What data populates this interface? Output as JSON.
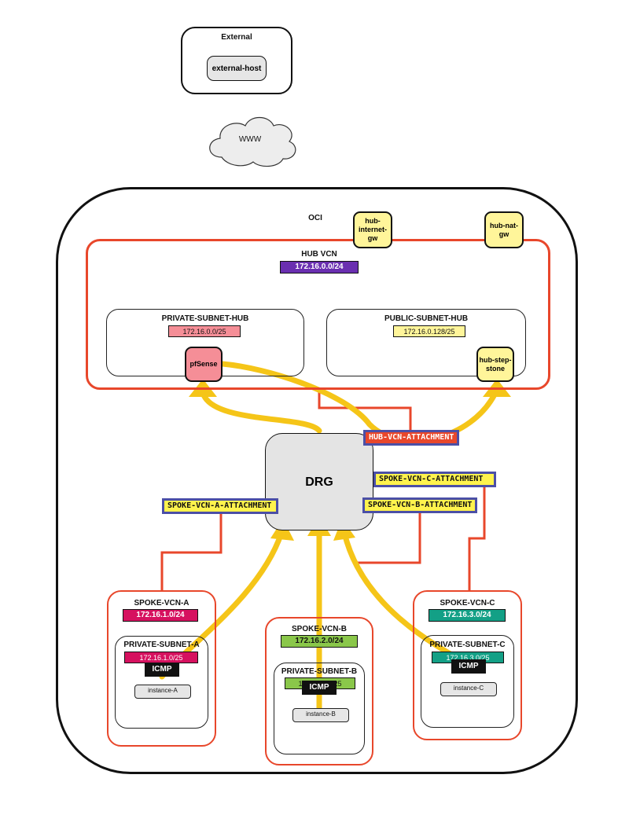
{
  "external": {
    "title": "External",
    "host": "external-host"
  },
  "internet": {
    "label": "WWW"
  },
  "oci": {
    "title": "OCI",
    "internet_gw": "hub-internet-gw",
    "nat_gw": "hub-nat-gw"
  },
  "hub": {
    "title": "HUB VCN",
    "cidr": "172.16.0.0/24",
    "private_subnet": {
      "title": "PRIVATE-SUBNET-HUB",
      "cidr": "172.16.0.0/25",
      "node": "pfSense"
    },
    "public_subnet": {
      "title": "PUBLIC-SUBNET-HUB",
      "cidr": "172.16.0.128/25",
      "node": "hub-step-stone"
    }
  },
  "drg": {
    "label": "DRG"
  },
  "attachments": {
    "hub": "HUB-VCN-ATTACHMENT",
    "spoke_a": "SPOKE-VCN-A-ATTACHMENT",
    "spoke_b": "SPOKE-VCN-B-ATTACHMENT",
    "spoke_c": "SPOKE-VCN-C-ATTACHMENT"
  },
  "spokes": {
    "a": {
      "title": "SPOKE-VCN-A",
      "cidr": "172.16.1.0/24",
      "subnet": "PRIVATE-SUBNET-A",
      "subnet_cidr": "172.16.1.0/25",
      "instance": "instance-A"
    },
    "b": {
      "title": "SPOKE-VCN-B",
      "cidr": "172.16.2.0/24",
      "subnet": "PRIVATE-SUBNET-B",
      "subnet_cidr": "172.16.2.0/25",
      "instance": "instance-B"
    },
    "c": {
      "title": "SPOKE-VCN-C",
      "cidr": "172.16.3.0/24",
      "subnet": "PRIVATE-SUBNET-C",
      "subnet_cidr": "172.16.3.0/25",
      "instance": "instance-C"
    }
  },
  "traffic_label": "ICMP",
  "colors": {
    "oci_border": "#111111",
    "vcn_border": "#e8472b",
    "hub_cidr": "#6a2fb0",
    "private_hub": "#f58e97",
    "public_hub": "#fff59a",
    "gateway": "#fff59a",
    "spoke_a": "#d6115f",
    "spoke_b": "#8ac74a",
    "spoke_c": "#13a086",
    "flow": "#f5c518",
    "attachment_border": "#4b4fa6"
  }
}
